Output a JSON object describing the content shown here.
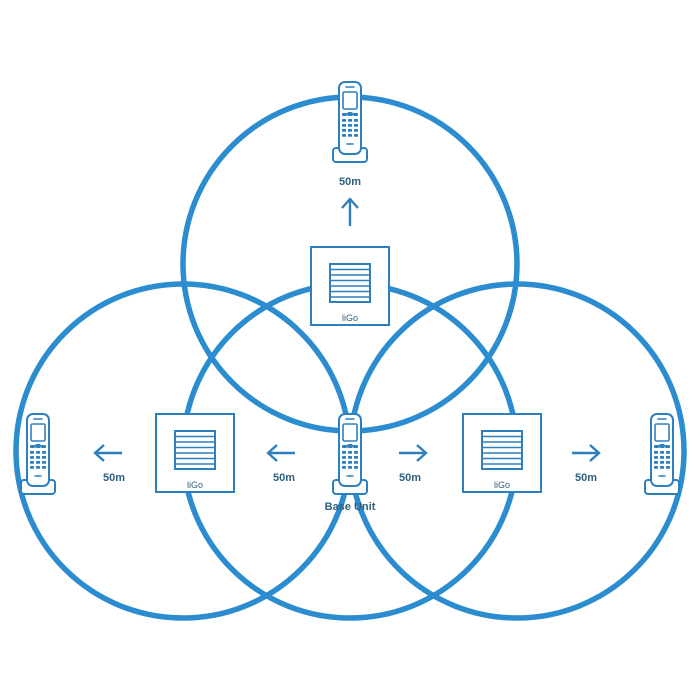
{
  "colors": {
    "ring": "#2b8ccf",
    "device": "#2e7fbd",
    "text": "#2f5f7d",
    "background": "#ffffff"
  },
  "labels": {
    "distance_top": "50m",
    "distance_left_outer": "50m",
    "distance_left_inner": "50m",
    "distance_right_inner": "50m",
    "distance_right_outer": "50m",
    "base_unit": "Base Unit",
    "repeater_top": "liGo",
    "repeater_left": "liGo",
    "repeater_right": "liGo"
  },
  "icons": {
    "handset": "cordless-phone-icon",
    "repeater": "repeater-box-icon",
    "arrow": "arrow-icon"
  }
}
